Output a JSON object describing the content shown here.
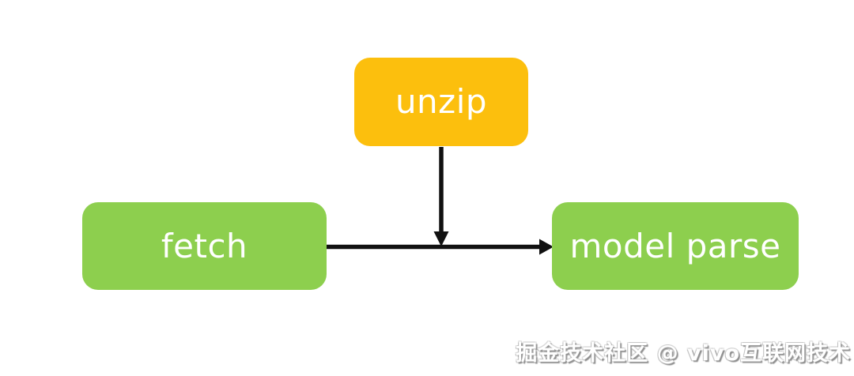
{
  "canvas": {
    "background": "#FFFFFF"
  },
  "diagram": {
    "type": "flowchart",
    "nodes": [
      {
        "id": "unzip",
        "label": "unzip",
        "color": "#FCBF0D",
        "text_color": "#FFFFFF"
      },
      {
        "id": "fetch",
        "label": "fetch",
        "color": "#8DCF4E",
        "text_color": "#FFFFFF"
      },
      {
        "id": "model_parse",
        "label": "model parse",
        "color": "#8DCF4E",
        "text_color": "#FFFFFF"
      }
    ],
    "edges": [
      {
        "from": "unzip",
        "to": "fetch-model_parse-line",
        "direction": "down"
      },
      {
        "from": "fetch",
        "to": "model_parse",
        "direction": "right"
      }
    ],
    "edge_color": "#111111"
  },
  "watermark": {
    "text": "掘金技术社区 @ vivo互联网技术",
    "color": "#FFFFFF"
  }
}
